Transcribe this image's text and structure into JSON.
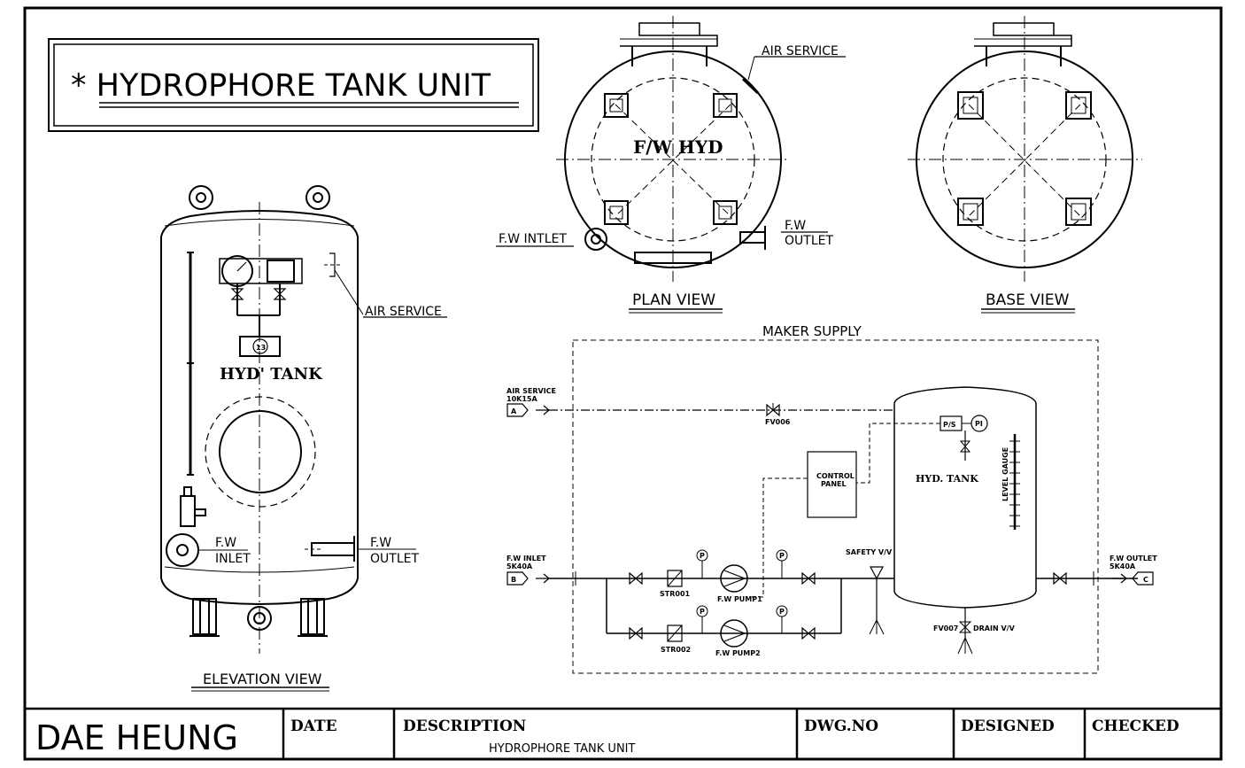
{
  "title": "* HYDROPHORE TANK UNIT",
  "elevation": {
    "view_label": "ELEVATION VIEW",
    "tank_label": "HYD' TANK",
    "tag": "13",
    "air_service": "AIR SERVICE",
    "fw_inlet": [
      "F.W",
      "INLET"
    ],
    "fw_outlet": [
      "F.W",
      "OUTLET"
    ]
  },
  "plan": {
    "view_label": "PLAN VIEW",
    "tank_label": "F/W HYD",
    "air_service": "AIR SERVICE",
    "fw_inlet": "F.W INTLET",
    "fw_outlet": [
      "F.W",
      "OUTLET"
    ]
  },
  "base": {
    "view_label": "BASE VIEW"
  },
  "schematic": {
    "maker_supply": "MAKER SUPPLY",
    "air_service": [
      "AIR SERVICE",
      "10K15A"
    ],
    "conn_a": "A",
    "conn_b": "B",
    "conn_c": "C",
    "fv006": "FV006",
    "fv007": "FV007",
    "control_panel": [
      "CONTROL",
      "PANEL"
    ],
    "hyd_tank": "HYD. TANK",
    "ps": "P/S",
    "pi": "PI",
    "level_gauge": "LEVEL GAUGE",
    "fw_inlet": [
      "F.W INLET",
      "5K40A"
    ],
    "fw_outlet": [
      "F.W OUTLET",
      "5K40A"
    ],
    "safety_vv": "SAFETY V/V",
    "drain_vv": "DRAIN V/V",
    "str001": "STR001",
    "str002": "STR002",
    "pump1": "F.W PUMP1",
    "pump2": "F.W PUMP2",
    "p": "P"
  },
  "title_block": {
    "company": "DAE  HEUNG",
    "date_label": "DATE",
    "description_label": "DESCRIPTION",
    "description_value": "HYDROPHORE TANK UNIT",
    "dwg_label": "DWG.NO",
    "designed_label": "DESIGNED",
    "checked_label": "CHECKED"
  }
}
